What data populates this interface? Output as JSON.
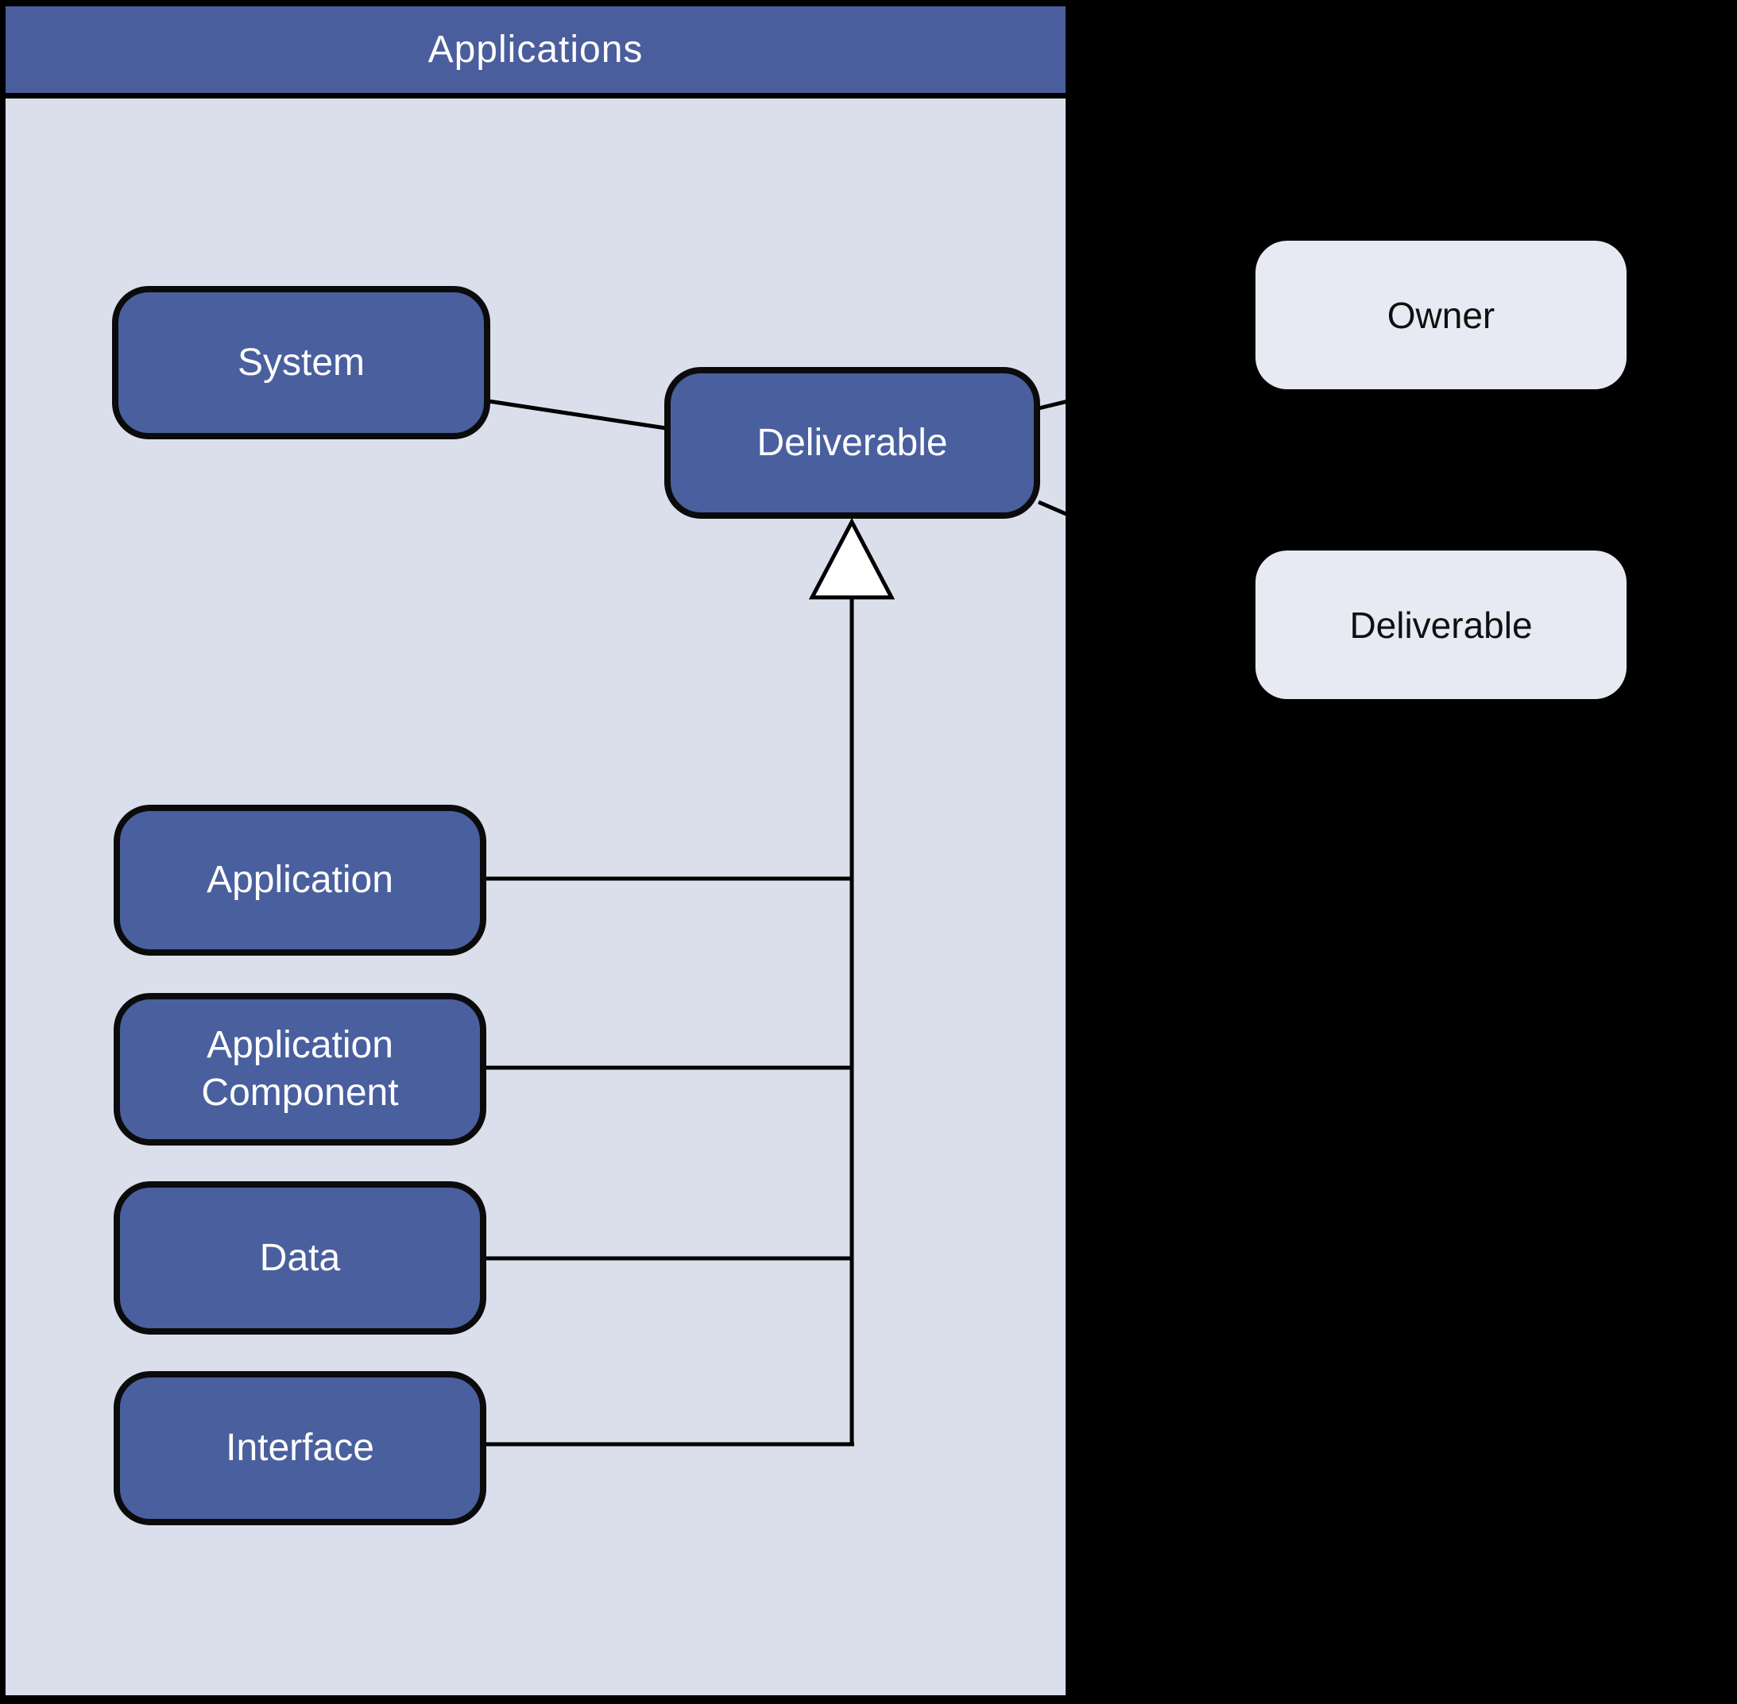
{
  "panel": {
    "title": "Applications"
  },
  "nodes": {
    "system": {
      "label": "System"
    },
    "deliverable": {
      "label": "Deliverable"
    },
    "application": {
      "label": "Application"
    },
    "application_component": {
      "label": "Application Component"
    },
    "data": {
      "label": "Data"
    },
    "interface": {
      "label": "Interface"
    }
  },
  "legend": {
    "owner": {
      "label": "Owner"
    },
    "deliverable": {
      "label": "Deliverable"
    }
  },
  "edges": [
    {
      "from": "system",
      "to": "deliverable",
      "type": "association"
    },
    {
      "from": "application",
      "to": "deliverable",
      "type": "generalization"
    },
    {
      "from": "application_component",
      "to": "deliverable",
      "type": "generalization"
    },
    {
      "from": "data",
      "to": "deliverable",
      "type": "generalization"
    },
    {
      "from": "interface",
      "to": "deliverable",
      "type": "generalization"
    },
    {
      "from": "deliverable",
      "to": "clipped-right-upper",
      "type": "association-stub"
    },
    {
      "from": "deliverable",
      "to": "clipped-right-lower",
      "type": "association-stub"
    }
  ],
  "colors": {
    "background": "#000000",
    "panel_header": "#4a5d9c",
    "panel_body": "#dbdfec",
    "node_fill": "#4a5f9e",
    "node_border": "#0b0b0b",
    "node_text": "#ffffff",
    "legend_fill": "#e8eaf3",
    "legend_text": "#101010",
    "connector": "#000000",
    "arrowhead_fill": "#ffffff"
  }
}
